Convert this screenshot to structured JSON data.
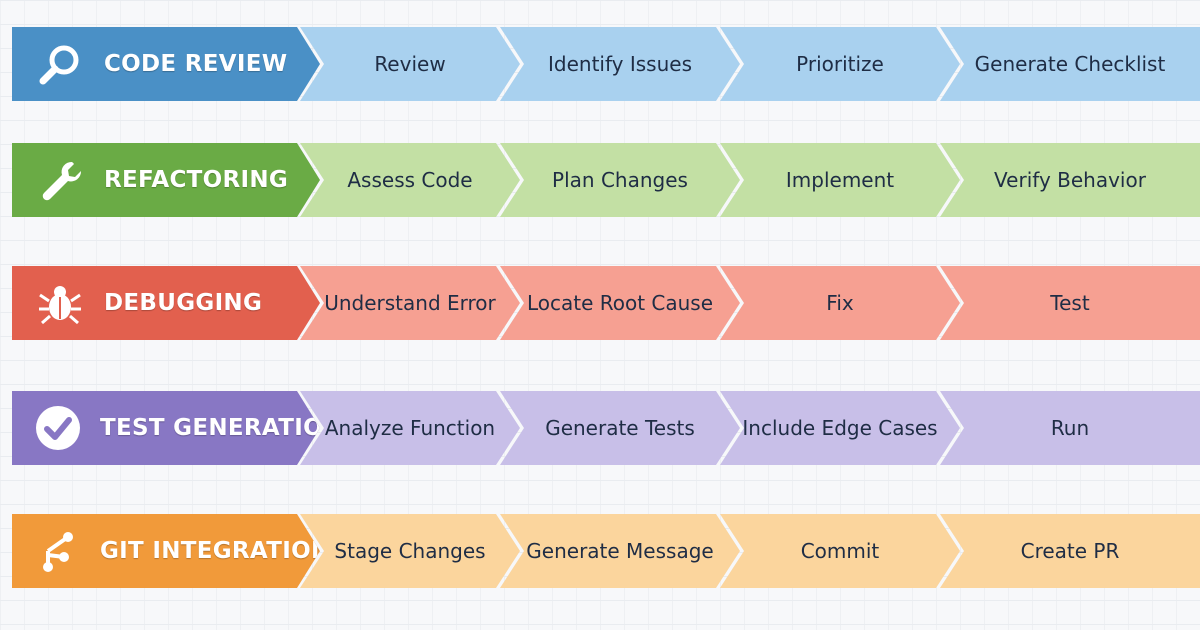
{
  "rows": [
    {
      "title": "CODE REVIEW",
      "icon": "magnifier-icon",
      "head_color": "#4a90c6",
      "step_color": "#a9d1ef",
      "steps": [
        "Review",
        "Identify Issues",
        "Prioritize",
        "Generate Checklist"
      ]
    },
    {
      "title": "REFACTORING",
      "icon": "wrench-icon",
      "head_color": "#6aab45",
      "step_color": "#c3e0a4",
      "steps": [
        "Assess Code",
        "Plan Changes",
        "Implement",
        "Verify Behavior"
      ]
    },
    {
      "title": "DEBUGGING",
      "icon": "bug-icon",
      "head_color": "#e2604e",
      "step_color": "#f6a092",
      "steps": [
        "Understand Error",
        "Locate Root Cause",
        "Fix",
        "Test"
      ]
    },
    {
      "title": "TEST GENERATION",
      "icon": "checkmark-icon",
      "head_color": "#8877c4",
      "step_color": "#c8bfe8",
      "steps": [
        "Analyze Function",
        "Generate Tests",
        "Include Edge Cases",
        "Run"
      ]
    },
    {
      "title": "GIT INTEGRATION",
      "icon": "git-branch-icon",
      "head_color": "#f19a3a",
      "step_color": "#fbd59d",
      "steps": [
        "Stage Changes",
        "Generate Message",
        "Commit",
        "Create PR"
      ]
    }
  ]
}
